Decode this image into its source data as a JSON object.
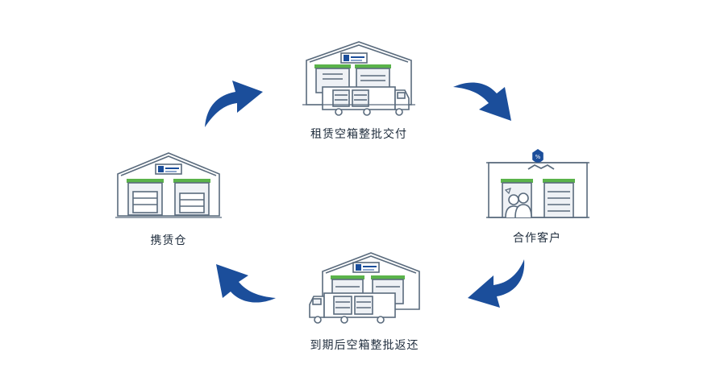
{
  "colors": {
    "accent": "#1b4e9b",
    "stroke": "#5a6b7d",
    "green": "#5ab34a"
  },
  "steps": [
    {
      "label": "租赁空箱整批交付"
    },
    {
      "label": "合作客户"
    },
    {
      "label": "到期后空箱整批返还"
    },
    {
      "label": "携赁仓"
    }
  ],
  "icons": [
    "warehouse-truck-icon",
    "customer-warehouse-icon",
    "truck-warehouse-icon",
    "warehouse-icon",
    "curved-arrow-icon"
  ]
}
